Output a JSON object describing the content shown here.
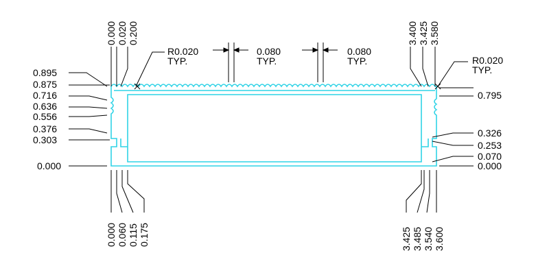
{
  "colors": {
    "profile": "#2fd3e6",
    "dimension": "#000000",
    "background": "#ffffff"
  },
  "callouts": {
    "radius_left": "R0.020",
    "typ_left": "TYP.",
    "pitch_1": "0.080",
    "typ_pitch_1": "TYP.",
    "pitch_2": "0.080",
    "typ_pitch_2": "TYP.",
    "radius_right": "R0.020",
    "typ_right": "TYP."
  },
  "top_left_labels": [
    "0.000",
    "0.020",
    "0.200"
  ],
  "top_right_labels": [
    "3.400",
    "3.425",
    "3.580"
  ],
  "left_labels": [
    "0.895",
    "0.875",
    "0.716",
    "0.636",
    "0.556",
    "0.376",
    "0.303",
    "0.000"
  ],
  "right_labels": [
    "0.795",
    "0.326",
    "0.253",
    "0.070",
    "0.000"
  ],
  "bottom_left_labels": [
    "0.000",
    "0.060",
    "0.115",
    "0.175"
  ],
  "bottom_right_labels": [
    "3.425",
    "3.485",
    "3.540",
    "3.600"
  ]
}
